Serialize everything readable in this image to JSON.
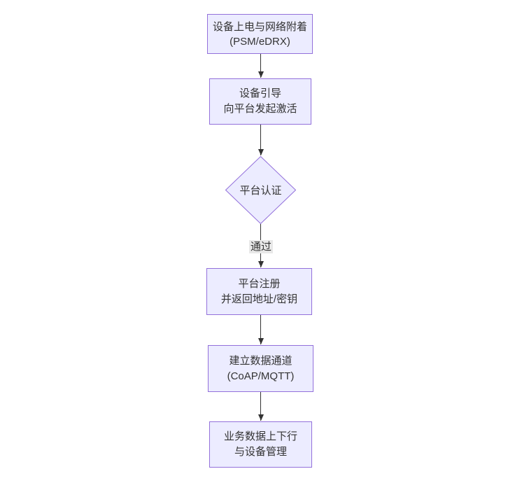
{
  "diagram": {
    "type": "flowchart",
    "direction": "top-down",
    "colors": {
      "node_fill": "#ECECFF",
      "node_border": "#9370DB",
      "edge_line": "#333333",
      "edge_label_bg": "#E8E8E8",
      "text": "#333333"
    },
    "nodes": [
      {
        "id": "power-attach",
        "shape": "rect",
        "lines": [
          "设备上电与网络附着",
          "(PSM/eDRX)"
        ]
      },
      {
        "id": "bootstrap",
        "shape": "rect",
        "lines": [
          "设备引导",
          "向平台发起激活"
        ]
      },
      {
        "id": "platform-auth",
        "shape": "diamond",
        "lines": [
          "平台认证"
        ]
      },
      {
        "id": "register",
        "shape": "rect",
        "lines": [
          "平台注册",
          "并返回地址/密钥"
        ]
      },
      {
        "id": "data-channel",
        "shape": "rect",
        "lines": [
          "建立数据通道",
          "(CoAP/MQTT)"
        ]
      },
      {
        "id": "business-data",
        "shape": "rect",
        "lines": [
          "业务数据上下行",
          "与设备管理"
        ]
      }
    ],
    "edges": [
      {
        "from": "power-attach",
        "to": "bootstrap",
        "label": ""
      },
      {
        "from": "bootstrap",
        "to": "platform-auth",
        "label": ""
      },
      {
        "from": "platform-auth",
        "to": "register",
        "label": "通过"
      },
      {
        "from": "register",
        "to": "data-channel",
        "label": ""
      },
      {
        "from": "data-channel",
        "to": "business-data",
        "label": ""
      }
    ]
  }
}
